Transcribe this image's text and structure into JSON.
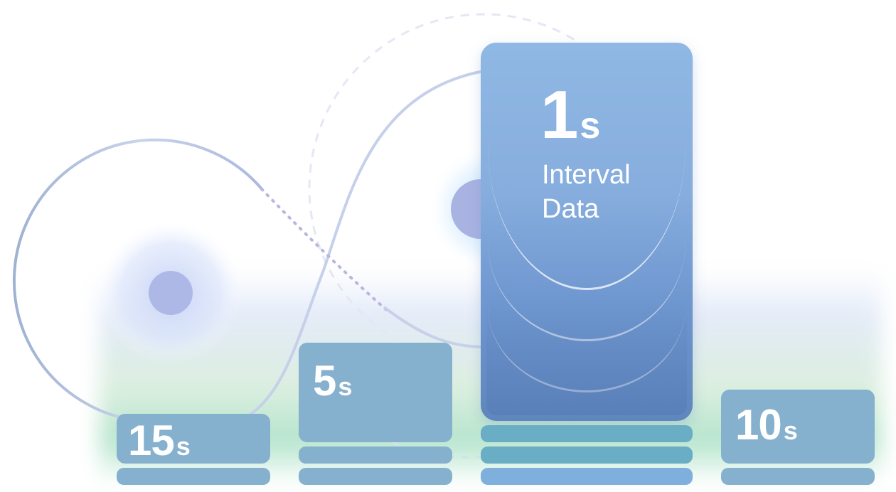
{
  "cards": {
    "card_15": {
      "value": "15",
      "unit": "s"
    },
    "card_5": {
      "value": "5",
      "unit": "s"
    },
    "card_1": {
      "value": "1",
      "unit": "s",
      "line1": "Interval",
      "line2": "Data"
    },
    "card_10": {
      "value": "10",
      "unit": "s"
    }
  },
  "colors": {
    "card": "#86b1ce",
    "highlight_card": "#8ab4e2",
    "slab_teal": "#6aaec6",
    "slab_blue": "#7fb0dd",
    "orbit_stroke": "#b8c6e6",
    "hub": "#adb8e6"
  }
}
